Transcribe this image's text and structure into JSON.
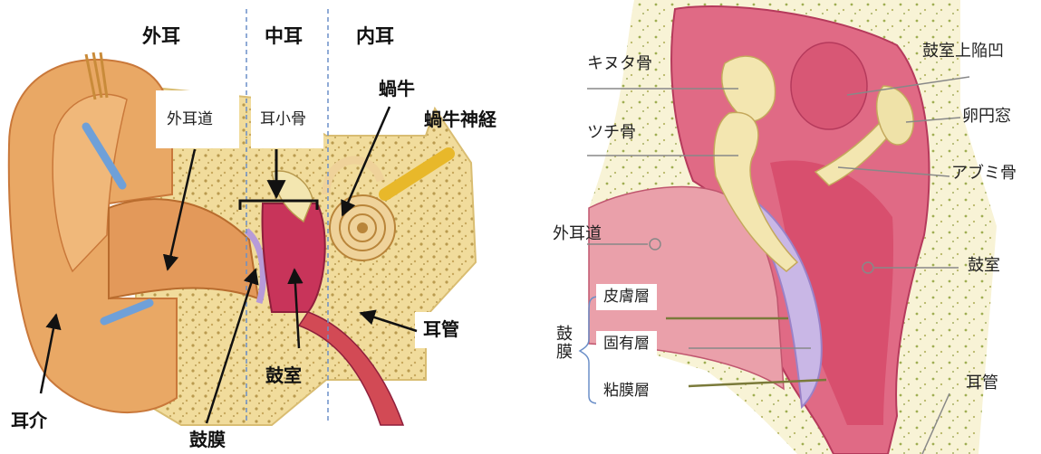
{
  "left_diagram": {
    "regions": {
      "outer": "外耳",
      "middle": "中耳",
      "inner": "内耳"
    },
    "labels": {
      "ear_canal": "外耳道",
      "ossicles": "耳小骨",
      "cochlea": "蝸牛",
      "cochlear_nerve": "蝸牛神経",
      "auricle": "耳介",
      "eardrum": "鼓膜",
      "tympanic_cavity": "鼓室",
      "eustachian_tube": "耳管"
    }
  },
  "right_diagram": {
    "labels": {
      "malleus": "キヌタ骨",
      "incus": "ツチ骨",
      "epitympanic_recess": "鼓室上陥凹",
      "oval_window": "卵円窓",
      "stapes": "アブミ骨",
      "ear_canal": "外耳道",
      "tympanic_cavity": "鼓室",
      "eustachian_tube": "耳管",
      "eardrum": "鼓膜",
      "skin_layer": "皮膚層",
      "proper_layer": "固有層",
      "mucosa_layer": "粘膜層"
    }
  },
  "colors": {
    "skin": "#e9a865",
    "skin_dark": "#c9783a",
    "bone": "#f1dc9c",
    "bone_texture": "#b99a4e",
    "cavity": "#c8345a",
    "cavity_light": "#e87d95",
    "membrane": "#c9b7e6",
    "nerve": "#e8b82a",
    "dash": "#6b8fc8"
  }
}
